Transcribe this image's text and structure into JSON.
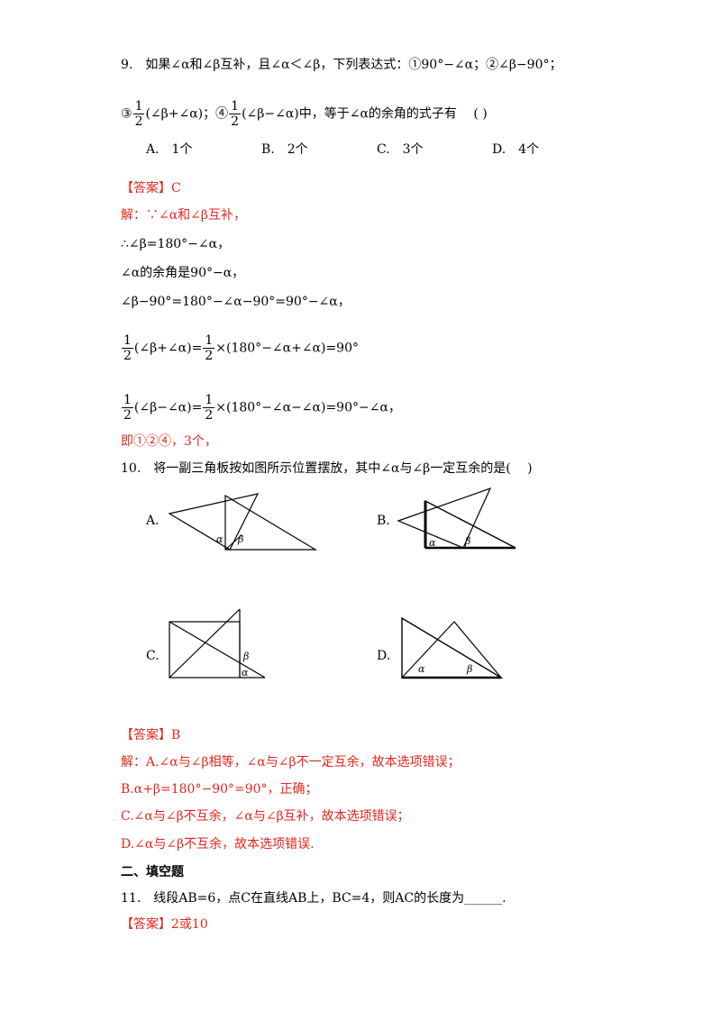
{
  "q9": {
    "stem": "9.　如果∠α和∠β互补，且∠α＜∠β，下列表达式：①90°−∠α；②∠β−90°；",
    "line2_pre": "③",
    "line2_frac_n": "1",
    "line2_frac_d": "2",
    "line2_mid1": "(∠β+∠α)；④",
    "line2_mid2": "(∠β−∠α)中，等于∠α的余角的式子有　 ( )",
    "options": [
      "A.　1个",
      "B.　2个",
      "C.　3个",
      "D.　4个"
    ],
    "answer_label": "【答案】C",
    "sol": [
      "解：∵∠α和∠β互补，",
      "∴∠β=180°−∠α，",
      "∠α的余角是90°−α，",
      "∠β−90°=180°−∠α−90°=90°−∠α，"
    ],
    "sol5_a": "(∠β+∠α)=",
    "sol5_b": "×(180°−∠α+∠α)=90°",
    "sol6_a": "(∠β−∠α)=",
    "sol6_b": "×(180°−∠α−∠α)=90°−∠α，",
    "conclusion": "即①②④，3个，"
  },
  "q10": {
    "stem": "10.　将一副三角板按如图所示位置摆放，其中∠α与∠β一定互余的是(　 )",
    "labels": {
      "a": "A.",
      "b": "B.",
      "c": "C.",
      "d": "D."
    },
    "alpha": "α",
    "beta": "β",
    "answer_label": "【答案】B",
    "sol": [
      "解：A.∠α与∠β相等，∠α与∠β不一定互余，故本选项错误；",
      "B.α+β=180°−90°=90°，正确；",
      "C.∠α与∠β不互余，∠α与∠β互补，故本选项错误；",
      "D.∠α与∠β不互余，故本选项错误."
    ]
  },
  "section2": "二、填空题",
  "q11": {
    "stem": "11.　线段AB=6，点C在直线AB上，BC=4，则AC的长度为______.",
    "answer_label": "【答案】2或10"
  }
}
